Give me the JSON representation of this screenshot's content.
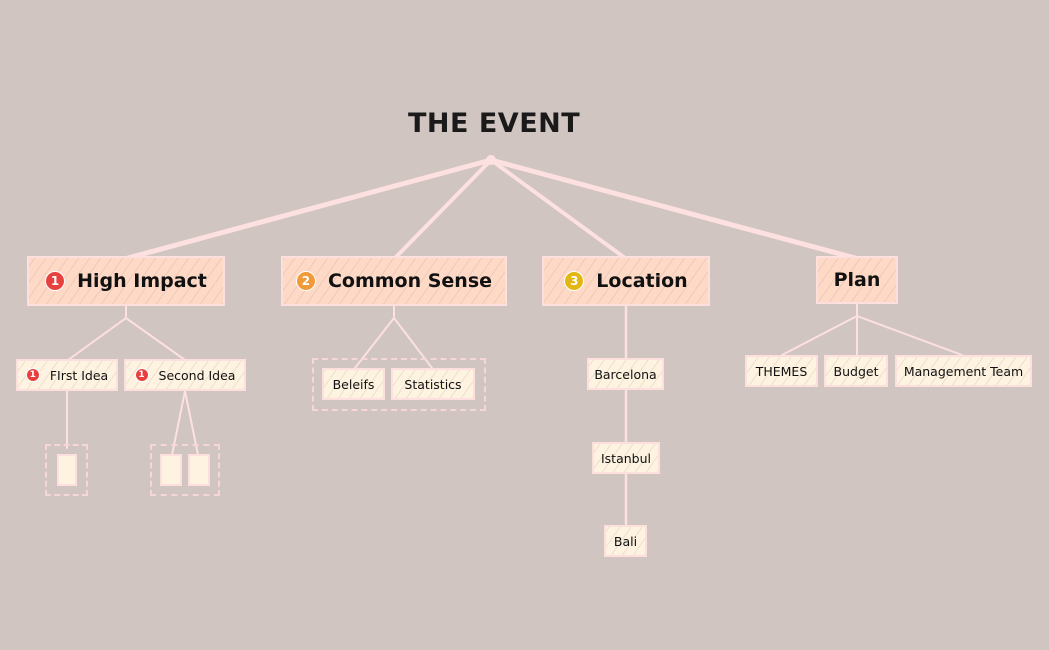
{
  "diagram": {
    "title": "THE EVENT",
    "colors": {
      "background": "#d1c5c1",
      "main_topic_fill": "#fdd9c6",
      "sub_topic_fill": "#fdf3e0",
      "connector": "#fde0e0",
      "badge_1": "#e8403f",
      "badge_2": "#f09a3a",
      "badge_3": "#e2b714"
    },
    "main_topics": [
      {
        "label": "High Impact",
        "badge": "1",
        "children": [
          {
            "label": "FIrst Idea",
            "badge": "1"
          },
          {
            "label": "Second Idea",
            "badge": "1"
          }
        ]
      },
      {
        "label": "Common Sense",
        "badge": "2",
        "children": [
          {
            "label": "Beleifs"
          },
          {
            "label": "Statistics"
          }
        ]
      },
      {
        "label": "Location",
        "badge": "3",
        "children": [
          {
            "label": "Barcelona"
          },
          {
            "label": "Istanbul"
          },
          {
            "label": "Bali"
          }
        ]
      },
      {
        "label": "Plan",
        "children": [
          {
            "label": "THEMES"
          },
          {
            "label": "Budget"
          },
          {
            "label": "Management Team"
          }
        ]
      }
    ]
  }
}
